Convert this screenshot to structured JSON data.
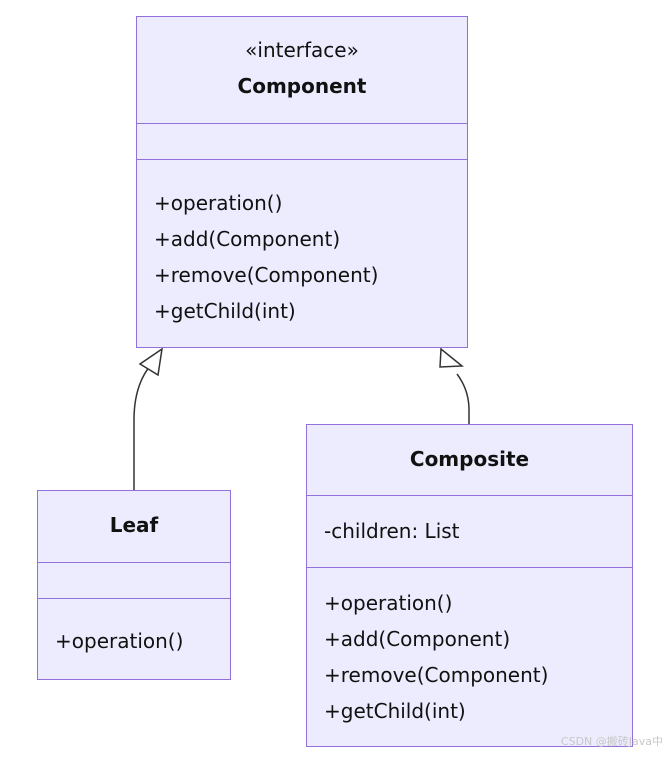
{
  "diagram": {
    "component": {
      "stereotype": "«interface»",
      "name": "Component",
      "attributes": [],
      "methods": [
        "+operation()",
        "+add(Component)",
        "+remove(Component)",
        "+getChild(int)"
      ]
    },
    "leaf": {
      "name": "Leaf",
      "attributes": [],
      "methods": [
        "+operation()"
      ]
    },
    "composite": {
      "name": "Composite",
      "attributes": [
        "-children: List"
      ],
      "methods": [
        "+operation()",
        "+add(Component)",
        "+remove(Component)",
        "+getChild(int)"
      ]
    },
    "relations": [
      {
        "from": "Leaf",
        "to": "Component",
        "type": "realization"
      },
      {
        "from": "Composite",
        "to": "Component",
        "type": "realization"
      }
    ]
  },
  "colors": {
    "box_fill": "#ececfe",
    "box_border": "#9370db",
    "edge": "#333333",
    "text": "#111111"
  },
  "watermark": "CSDN @搬砖Java中"
}
